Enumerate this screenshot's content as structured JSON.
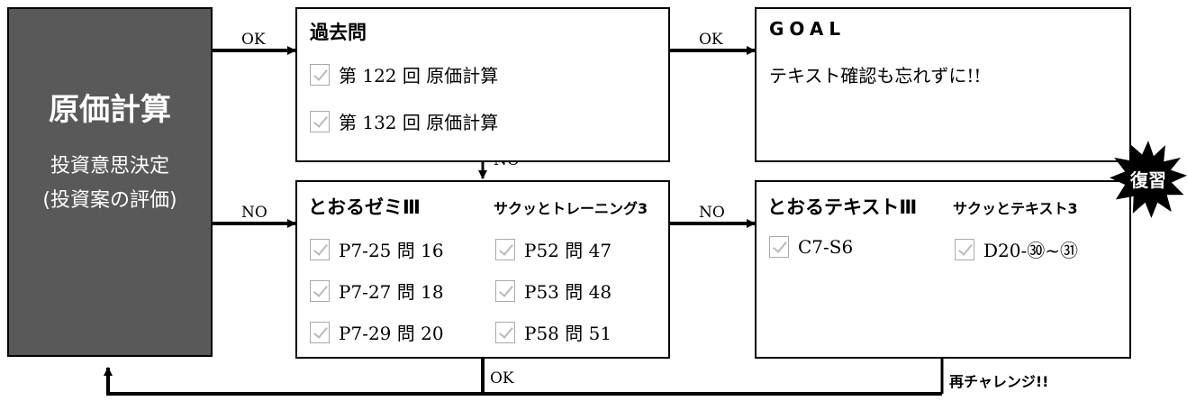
{
  "left_panel": {
    "title": "原価計算",
    "sub_line1": "投資意思決定",
    "sub_line2": "(投資案の評価)"
  },
  "arrows": {
    "ok_to_past": "OK",
    "no_to_zemi": "NO",
    "ok_to_goal": "OK",
    "no_down": "NO",
    "no_to_text": "NO",
    "ok_bottom": "OK",
    "retry": "再チャレンジ!!"
  },
  "past_exams": {
    "title": "過去問",
    "items": [
      "第 122 回 原価計算",
      "第 132 回 原価計算"
    ]
  },
  "goal": {
    "title": "GOAL",
    "text": "テキスト確認も忘れずに!!"
  },
  "zemi": {
    "title": "とおるゼミⅢ",
    "items": [
      "P7-25 問 16",
      "P7-27 問 18",
      "P7-29 問 20"
    ]
  },
  "training": {
    "title": "サクッとトレーニング3",
    "items": [
      "P52 問 47",
      "P53 問 48",
      "P58 問 51"
    ]
  },
  "text_book": {
    "title": "とおるテキストⅢ",
    "items": [
      "C7-S6"
    ]
  },
  "sakutto_text": {
    "title": "サクッとテキスト3",
    "items": [
      "D20-㉚~㉛"
    ]
  },
  "badge": {
    "label": "復習"
  }
}
